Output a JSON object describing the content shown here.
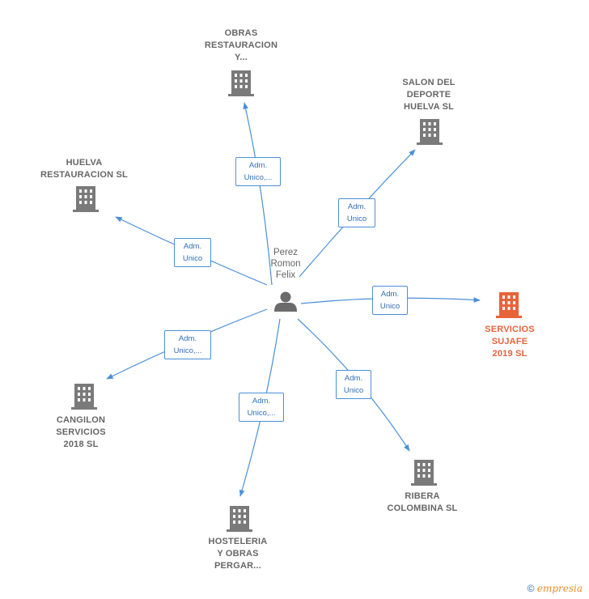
{
  "center": {
    "label": "Perez\nRomon\nFelix",
    "icon": "person-icon"
  },
  "companies": [
    {
      "id": "obras",
      "label": "OBRAS\nRESTAURACION\nY...",
      "icon": "building-icon",
      "highlight": false
    },
    {
      "id": "salon",
      "label": "SALON DEL\nDEPORTE\nHUELVA SL",
      "icon": "building-icon",
      "highlight": false
    },
    {
      "id": "huelva",
      "label": "HUELVA\nRESTAURACION SL",
      "icon": "building-icon",
      "highlight": false
    },
    {
      "id": "sujafe",
      "label": "SERVICIOS\nSUJAFE\n2019  SL",
      "icon": "building-icon",
      "highlight": true
    },
    {
      "id": "cangilon",
      "label": "CANGILON\nSERVICIOS\n2018  SL",
      "icon": "building-icon",
      "highlight": false
    },
    {
      "id": "ribera",
      "label": "RIBERA\nCOLOMBINA SL",
      "icon": "building-icon",
      "highlight": false
    },
    {
      "id": "hosteleria",
      "label": "HOSTELERIA\nY OBRAS\nPERGAR...",
      "icon": "building-icon",
      "highlight": false
    }
  ],
  "relations": [
    {
      "to": "obras",
      "label": "Adm.\nUnico,..."
    },
    {
      "to": "salon",
      "label": "Adm.\nUnico"
    },
    {
      "to": "huelva",
      "label": "Adm.\nUnico"
    },
    {
      "to": "sujafe",
      "label": "Adm.\nUnico"
    },
    {
      "to": "cangilon",
      "label": "Adm.\nUnico,..."
    },
    {
      "to": "ribera",
      "label": "Adm.\nUnico"
    },
    {
      "to": "hosteleria",
      "label": "Adm.\nUnico,..."
    }
  ],
  "colors": {
    "edge": "#4a90d9",
    "building": "#7a7a7a",
    "highlight": "#e8633a",
    "person": "#6b6b6b"
  },
  "footer": {
    "copyright": "©",
    "brand": "empresia"
  }
}
